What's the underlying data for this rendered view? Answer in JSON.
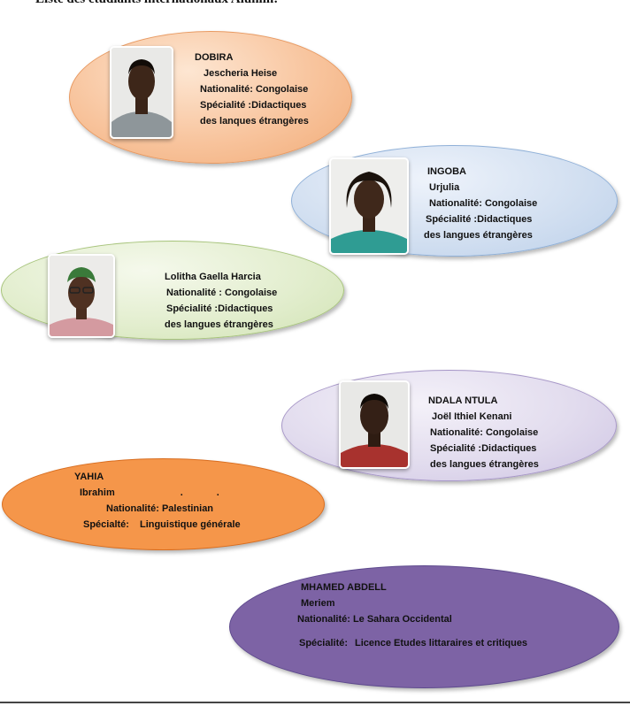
{
  "heading": "Liste des étudiants internationaux Aluniin:",
  "students": [
    {
      "line1": "DOBIRA",
      "line2": "Jescheria Heise",
      "line3": "Nationalité: Congolaise",
      "line4": "Spécialité :Didactiques",
      "line5": "des lanques étrangères"
    },
    {
      "line1": "INGOBA",
      "line2": "Urjulia",
      "line3": "Nationalité: Congolaise",
      "line4": "Spécialité :Didactiques",
      "line5": "des langues étrangères"
    },
    {
      "line1": "Lolitha Gaella Harcia",
      "line2": "Nationalité : Congolaise",
      "line3": "Spécialité :Didactiques",
      "line4": "des langues étrangères"
    },
    {
      "line1": "NDALA NTULA",
      "line2": "Joël Ithiel Kenani",
      "line3": "Nationalité: Congolaise",
      "line4": "Spécialité :Didactiques",
      "line5": "des langues étrangères"
    },
    {
      "line1": "YAHIA",
      "line2": "Ibrahim",
      "line2_trailing": "..",
      "line3": "Nationalité: Palestinian",
      "line4_label": "Spécialté:",
      "line4_value": "Linguistique générale"
    },
    {
      "line1": "MHAMED ABDELL",
      "line2": "Meriem",
      "line3": "Nationalité: Le Sahara Occidental",
      "line4_label": "Spécialité:",
      "line4_value": "Licence Etudes littaraires et critiques"
    }
  ],
  "colors": {
    "peach": "#f8c49d",
    "light_blue": "#d3e0f1",
    "light_green": "#e3eecf",
    "lavender": "#e2dcee",
    "orange": "#f5964a",
    "purple": "#7d63a5"
  }
}
